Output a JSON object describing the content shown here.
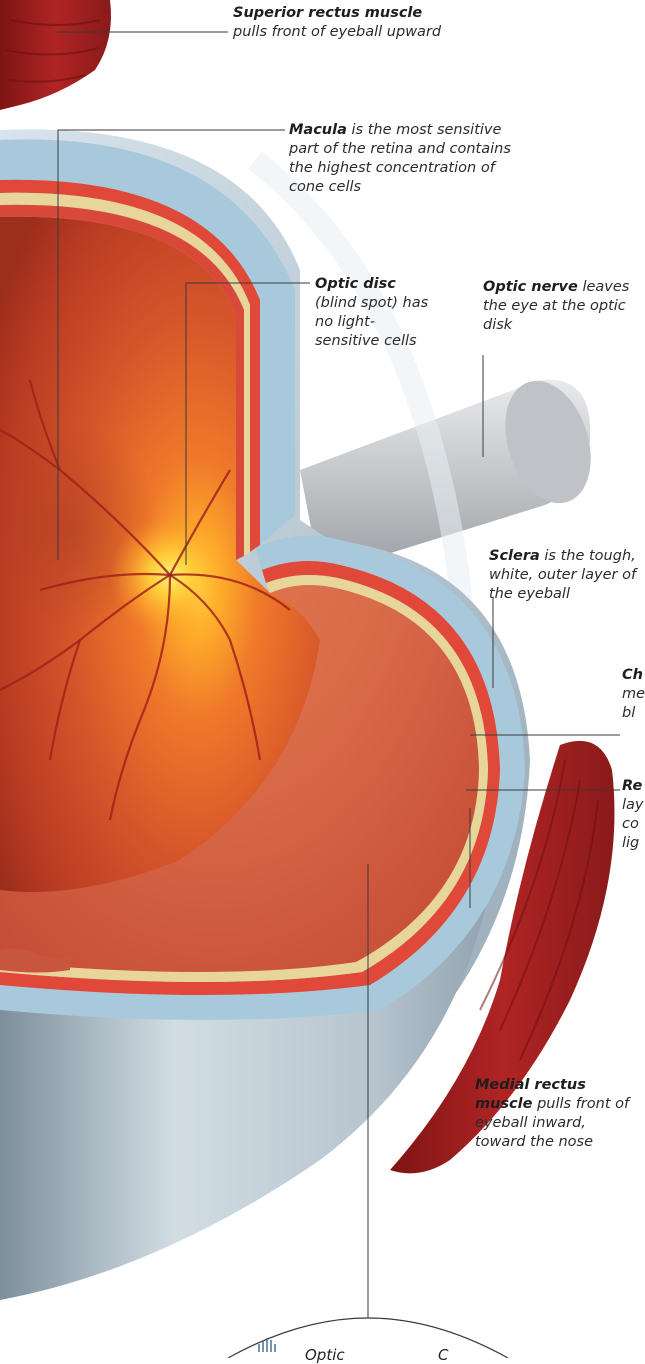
{
  "labels": {
    "superior_rectus": {
      "term": "Superior rectus muscle",
      "desc": "pulls front of eyeball upward"
    },
    "macula": {
      "term": "Macula",
      "desc": "is the most sensitive part of the retina and contains the highest concentration of cone cells"
    },
    "optic_disc": {
      "term": "Optic disc",
      "desc": "(blind spot) has no light-sensitive cells"
    },
    "optic_nerve": {
      "term": "Optic nerve",
      "desc": "leaves the eye at the optic disk"
    },
    "sclera": {
      "term": "Sclera",
      "desc": "is the tough, white, outer layer of the eyeball"
    },
    "choroid": {
      "term": "Ch",
      "desc": "me bl"
    },
    "retina": {
      "term": "Re",
      "desc": "lay co lig"
    },
    "medial_rectus": {
      "term": "Medial rectus muscle",
      "desc": "pulls front of eyeball inward, toward the nose"
    }
  },
  "inset": {
    "left_text": "Optic",
    "right_text": "C"
  },
  "colors": {
    "sclera": "#a9cbdc",
    "choroid": "#e2503a",
    "retina_layer": "#e9d79a",
    "muscle": "#9b1c1c",
    "optic_nerve": "#c9ccd0",
    "fundus": "#d2542c"
  }
}
